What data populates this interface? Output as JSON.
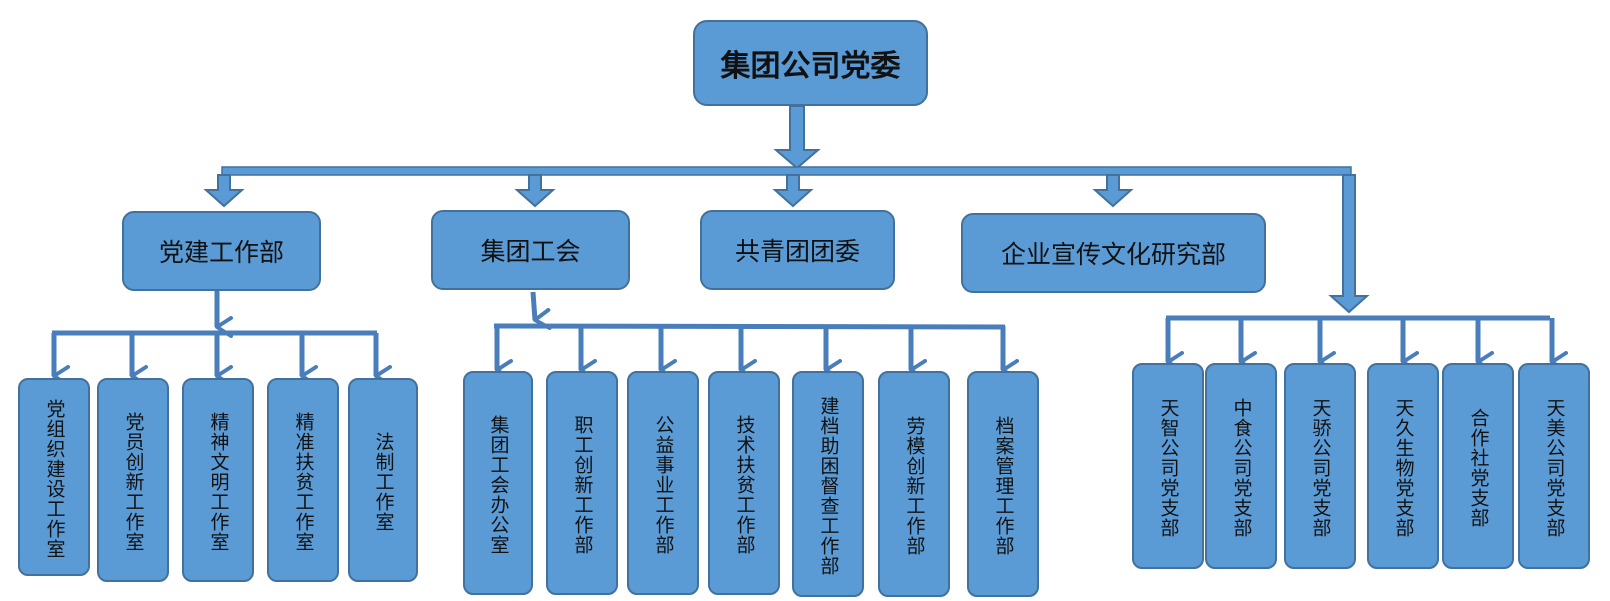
{
  "colors": {
    "box_fill": "#5b9bd5",
    "box_border": "#41719c",
    "connector": "#4a7ebb",
    "text": "#111111"
  },
  "root": {
    "label": "集团公司党委"
  },
  "departments": [
    {
      "label": "党建工作部",
      "children": [
        "党组织建设工作室",
        "党员创新工作室",
        "精神文明工作室",
        "精准扶贫工作室",
        "法制工作室"
      ]
    },
    {
      "label": "集团工会",
      "children": [
        "集团工会办公室",
        "职工创新工作部",
        "公益事业工作部",
        "技术扶贫工作部",
        "建档助困督查工作部",
        "劳模创新工作部",
        "档案管理工作部"
      ]
    },
    {
      "label": "共青团团委",
      "children": []
    },
    {
      "label": "企业宣传文化研究部",
      "children": []
    }
  ],
  "branches": [
    "天智公司党支部",
    "中食公司党支部",
    "天骄公司党支部",
    "天久生物党支部",
    "合作社党支部",
    "天美公司党支部"
  ]
}
